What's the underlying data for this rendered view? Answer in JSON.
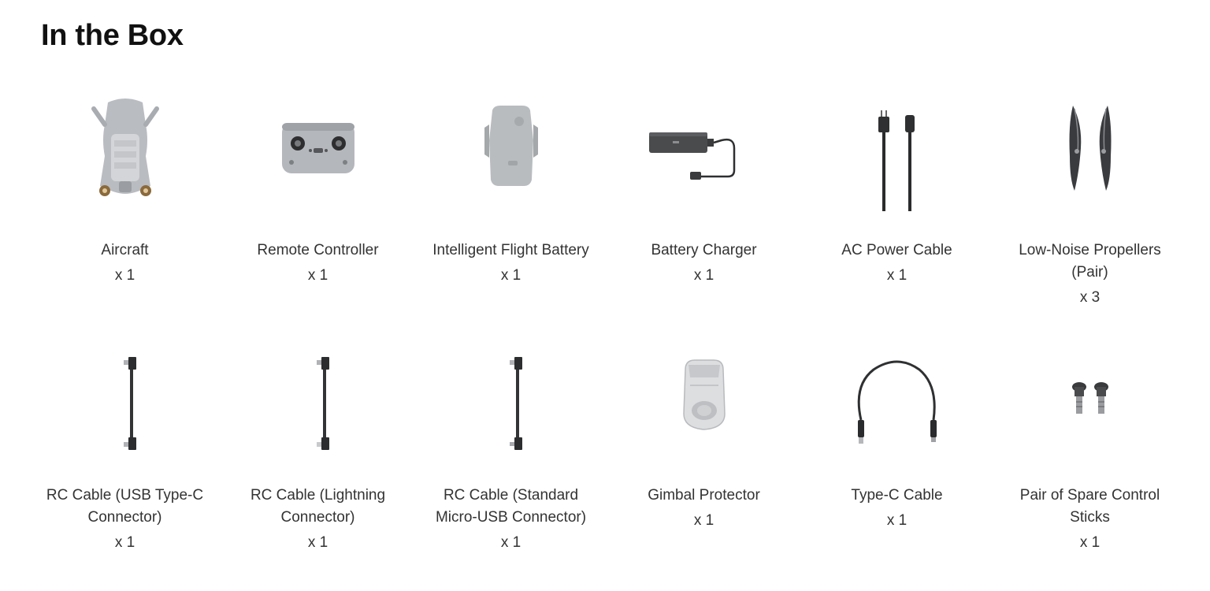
{
  "section": {
    "title": "In the Box"
  },
  "items": [
    {
      "name": "Aircraft",
      "qty": "x 1",
      "icon": "aircraft-icon"
    },
    {
      "name": "Remote Controller",
      "qty": "x 1",
      "icon": "remote-controller-icon"
    },
    {
      "name": "Intelligent Flight Battery",
      "qty": "x 1",
      "icon": "battery-icon"
    },
    {
      "name": "Battery Charger",
      "qty": "x 1",
      "icon": "battery-charger-icon"
    },
    {
      "name": "AC Power Cable",
      "qty": "x 1",
      "icon": "ac-power-cable-icon"
    },
    {
      "name": "Low-Noise Propellers (Pair)",
      "qty": "x 3",
      "icon": "propellers-icon"
    },
    {
      "name": "RC Cable (USB Type-C Connector)",
      "qty": "x 1",
      "icon": "rc-cable-usb-c-icon"
    },
    {
      "name": "RC Cable (Lightning Connector)",
      "qty": "x 1",
      "icon": "rc-cable-lightning-icon"
    },
    {
      "name": "RC Cable (Standard Micro-USB Connector)",
      "qty": "x 1",
      "icon": "rc-cable-micro-usb-icon"
    },
    {
      "name": "Gimbal Protector",
      "qty": "x 1",
      "icon": "gimbal-protector-icon"
    },
    {
      "name": "Type-C Cable",
      "qty": "x 1",
      "icon": "type-c-cable-icon"
    },
    {
      "name": "Pair of Spare Control Sticks",
      "qty": "x 1",
      "icon": "control-sticks-icon"
    }
  ]
}
